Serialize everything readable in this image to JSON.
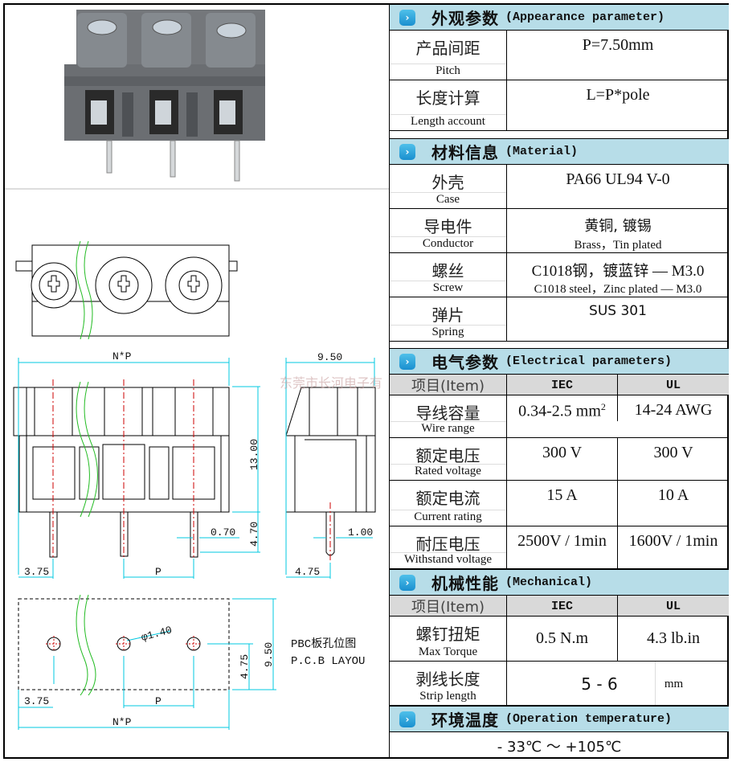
{
  "watermark": "东莞市长河电子有",
  "drawing": {
    "np": "N*P",
    "w950": "9.50",
    "h1300": "13.00",
    "h470": "4.70",
    "d070": "0.70",
    "d100": "1.00",
    "d375": "3.75",
    "p": "P",
    "d475": "4.75",
    "hole": "φ1.40",
    "pcb_h950": "9.50",
    "pcb_h475": "4.75",
    "pcb_d375": "3.75",
    "pcb_p": "P",
    "pcb_np": "N*P",
    "pcb_cn": "PBC板孔位图",
    "pcb_en": "P.C.B LAYOU"
  },
  "sections": {
    "appearance": {
      "cn": "外观参数",
      "en": "(Appearance parameter)",
      "rows": [
        {
          "cn": "产品间距",
          "en": "Pitch",
          "value": "P=7.50mm"
        },
        {
          "cn": "长度计算",
          "en": "Length account",
          "value": "L=P*pole"
        }
      ]
    },
    "material": {
      "cn": "材料信息",
      "en": "(Material)",
      "rows": [
        {
          "cn": "外壳",
          "en": "Case",
          "value": "PA66 UL94 V-0",
          "sub": ""
        },
        {
          "cn": "导电件",
          "en": "Conductor",
          "value": "黄铜, 镀锡",
          "sub": "Brass，Tin plated"
        },
        {
          "cn": "螺丝",
          "en": "Screw",
          "value": "C1018钢，镀蓝锌 — M3.0",
          "sub": "C1018 steel，Zinc plated — M3.0"
        },
        {
          "cn": "弹片",
          "en": "Spring",
          "value": "SUS 301",
          "sub": ""
        }
      ]
    },
    "electrical": {
      "cn": "电气参数",
      "en": "(Electrical parameters)",
      "item": "项目(Item)",
      "iec": "IEC",
      "ul": "UL",
      "rows": [
        {
          "cn": "导线容量",
          "en": "Wire range",
          "iec": "0.34-2.5 mm",
          "iec_sup": "2",
          "ul": "14-24  AWG"
        },
        {
          "cn": "额定电压",
          "en": "Rated voltage",
          "iec": "300 V",
          "ul": "300 V"
        },
        {
          "cn": "额定电流",
          "en": "Current rating",
          "iec": "15  A",
          "ul": "10  A"
        },
        {
          "cn": "耐压电压",
          "en": "Withstand voltage",
          "iec": "2500V / 1min",
          "ul": "1600V / 1min"
        }
      ]
    },
    "mechanical": {
      "cn": "机械性能",
      "en": "(Mechanical)",
      "item": "项目(Item)",
      "iec": "IEC",
      "ul": "UL",
      "torque": {
        "cn": "螺钉扭矩",
        "en": "Max Torque",
        "iec": "0.5  N.m",
        "ul": "4.3 lb.in"
      },
      "strip": {
        "cn": "剥线长度",
        "en": "Strip length",
        "value": "5 - 6",
        "unit": "mm"
      }
    },
    "temperature": {
      "cn": "环境温度",
      "en": "(Operation temperature)",
      "value": "- 33℃  ～  +105℃"
    }
  },
  "colors": {
    "header": "#b7dde8",
    "dim": "#00c8e0",
    "center": "#cc0000",
    "break": "#22bb22",
    "body": "#6b6e72"
  }
}
